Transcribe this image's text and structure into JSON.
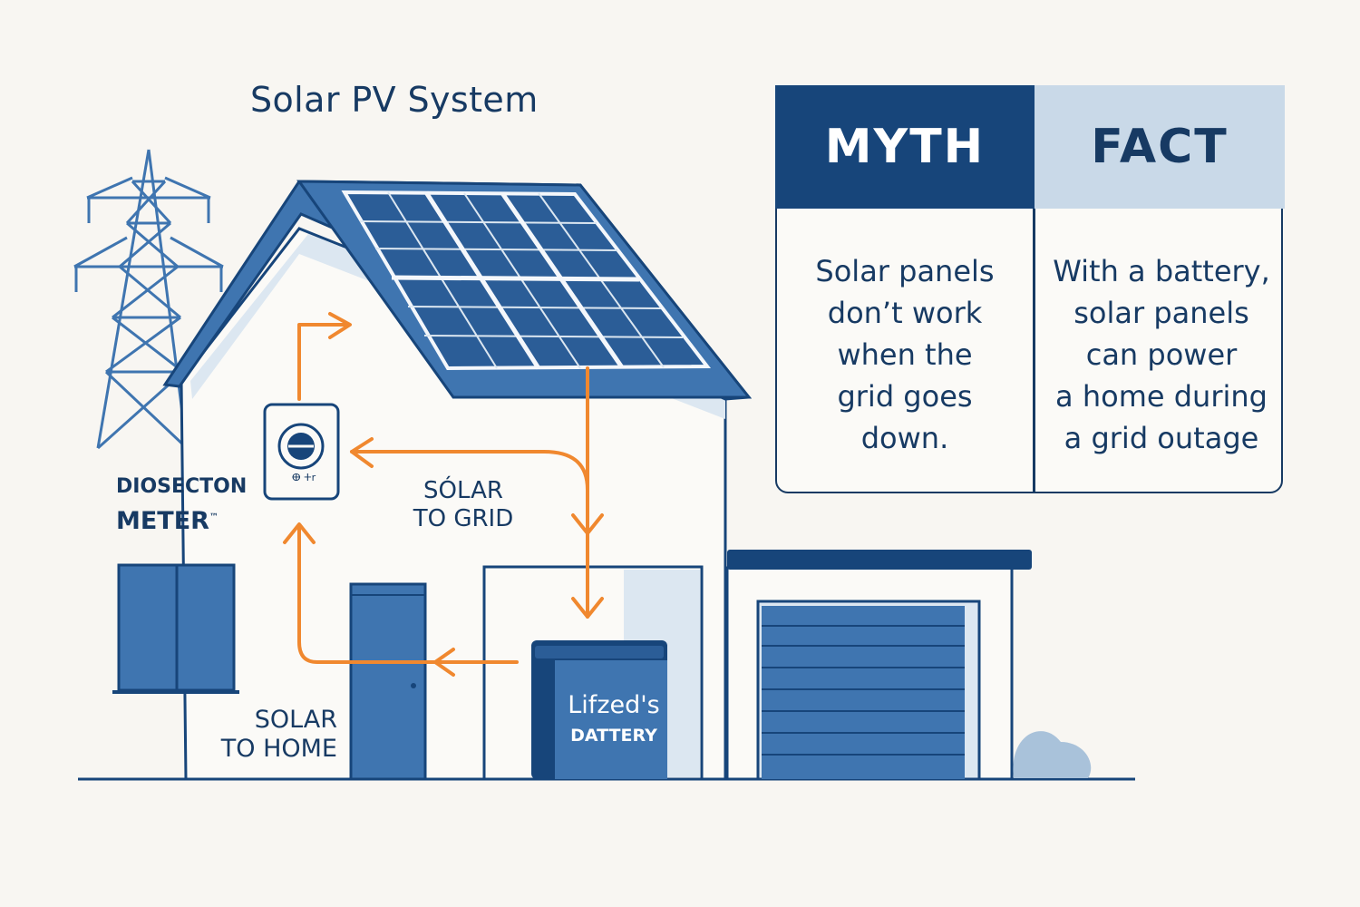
{
  "diagram": {
    "title": "Solar PV System",
    "labels": {
      "meter_line1": "DIOSECTON",
      "meter_line2": "METER",
      "meter_tm": "™",
      "meter_display_text": "ⴲ ⵜr",
      "solar_to_grid_line1": "SÓLAR",
      "solar_to_grid_line2": "TO GRID",
      "solar_to_home_line1": "SOLAR",
      "solar_to_home_line2": "TO HOME",
      "battery_brand": "Lifzed's",
      "battery_type": "DATTERY"
    },
    "colors": {
      "navy": "#17457a",
      "house_blue": "#3f75b0",
      "light_blue": "#c9d9e8",
      "panel_blue": "#2b5d97",
      "arrow_orange": "#f0882f",
      "text_dark": "#173a63",
      "background": "#f8f6f2"
    }
  },
  "myth_fact": {
    "myth_heading": "MYTH",
    "fact_heading": "FACT",
    "myth_lines": [
      "Solar panels",
      "don’t work",
      "when the",
      "grid goes",
      "down."
    ],
    "fact_lines": [
      "With a battery,",
      "solar panels",
      "can power",
      "a home during",
      "a grid outage"
    ]
  }
}
